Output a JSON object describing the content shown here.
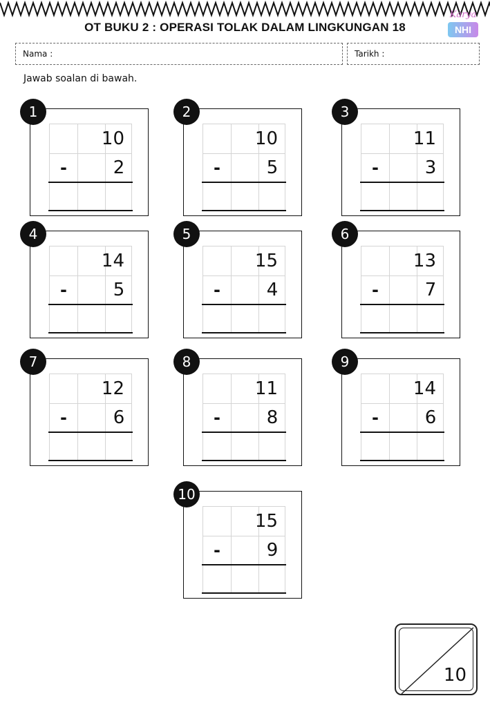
{
  "header": {
    "title": "OT BUKU 2 : OPERASI TOLAK DALAM LINGKUNGAN 18",
    "logo_script": "Karya",
    "logo_badge": "NHI"
  },
  "fields": {
    "name_label": "Nama :",
    "date_label": "Tarikh :"
  },
  "instruction": "Jawab soalan di bawah.",
  "questions": [
    {
      "number": "1",
      "top": "10",
      "bottom": "2",
      "operator": "-"
    },
    {
      "number": "2",
      "top": "10",
      "bottom": "5",
      "operator": "-"
    },
    {
      "number": "3",
      "top": "11",
      "bottom": "3",
      "operator": "-"
    },
    {
      "number": "4",
      "top": "14",
      "bottom": "5",
      "operator": "-"
    },
    {
      "number": "5",
      "top": "15",
      "bottom": "4",
      "operator": "-"
    },
    {
      "number": "6",
      "top": "13",
      "bottom": "7",
      "operator": "-"
    },
    {
      "number": "7",
      "top": "12",
      "bottom": "6",
      "operator": "-"
    },
    {
      "number": "8",
      "top": "11",
      "bottom": "8",
      "operator": "-"
    },
    {
      "number": "9",
      "top": "14",
      "bottom": "6",
      "operator": "-"
    },
    {
      "number": "10",
      "top": "15",
      "bottom": "9",
      "operator": "-"
    }
  ],
  "score": {
    "total": "10"
  }
}
